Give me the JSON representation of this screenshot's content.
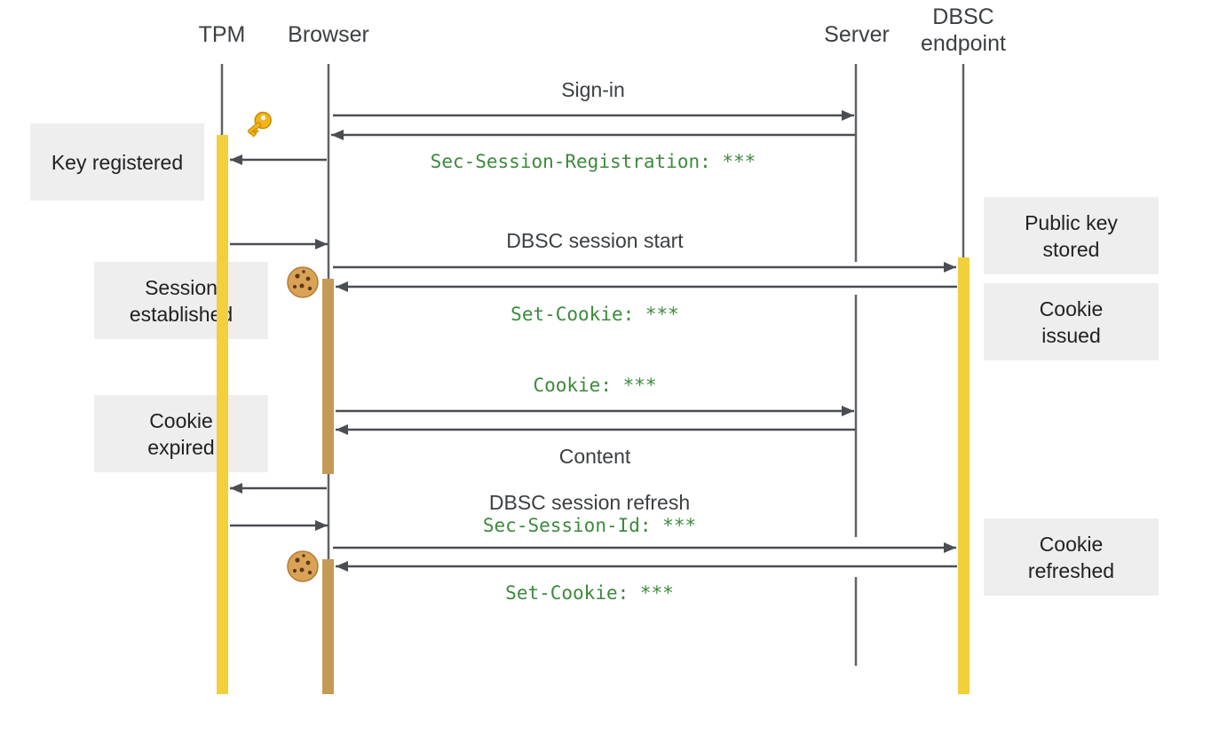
{
  "participants": {
    "tpm": "TPM",
    "browser": "Browser",
    "server": "Server",
    "dbsc": "DBSC\nendpoint"
  },
  "messages": {
    "sign_in": "Sign-in",
    "registration_header": "Sec-Session-Registration: ***",
    "session_start": "DBSC session start",
    "set_cookie_1": "Set-Cookie: ***",
    "cookie_header": "Cookie: ***",
    "content": "Content",
    "session_refresh": "DBSC session refresh",
    "session_id_header": "Sec-Session-Id: ***",
    "set_cookie_2": "Set-Cookie: ***"
  },
  "notes": {
    "key_registered": "Key registered",
    "session_established": "Session\nestablished",
    "cookie_expired": "Cookie\nexpired",
    "public_key_stored": "Public key\nstored",
    "cookie_issued": "Cookie\nissued",
    "cookie_refreshed": "Cookie\nrefreshed"
  },
  "icons": {
    "key": "key-icon",
    "cookie": "cookie-icon"
  },
  "colors": {
    "lifeline": "#5f6368",
    "arrow": "#4a4e53",
    "tpm_activation": "#f2d03b",
    "browser_activation": "#c59a56",
    "dbsc_activation": "#f2d03b",
    "header_text": "#3c8a3c",
    "note_bg": "#eeeeee"
  }
}
